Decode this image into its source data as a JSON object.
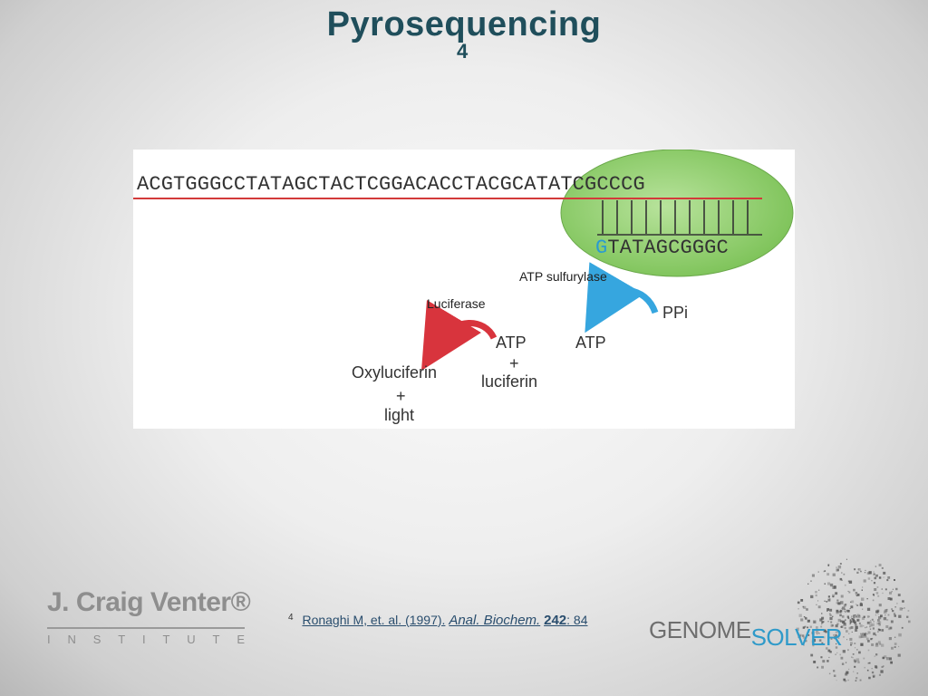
{
  "slide": {
    "title": "Pyrosequencing",
    "title_superscript": "4"
  },
  "diagram": {
    "template_strand": "ACGTGGGCCTATAGCTACTCGGACACCTACGCATATCGCCCG",
    "new_base": "G",
    "synthesized_strand": "TATAGCGGGC",
    "enzyme_1": "ATP sulfurylase",
    "enzyme_2": "Luciferase",
    "ppi": "PPi",
    "atp_product": "ATP",
    "atp_reactant": "ATP",
    "plus_1": "+",
    "luciferin": "luciferin",
    "oxyluciferin": "Oxyluciferin",
    "plus_2": "+",
    "light": "light",
    "colors": {
      "template_line": "#d33a3a",
      "polymerase_bubble": "#8fd06a",
      "new_base": "#2a9bd1",
      "sulfurylase_arrow": "#36a6df",
      "luciferase_arrow": "#d8343d"
    }
  },
  "footnote": {
    "mark": "4",
    "reference": "Ronaghi M, et. al. (1997).",
    "journal": "Anal. Biochem.",
    "volume": "242",
    "pages": ": 84"
  },
  "logos": {
    "jcvi_name": "J. Craig Venter®",
    "jcvi_institute": [
      "I",
      "N",
      "S",
      "T",
      "I",
      "T",
      "U",
      "T",
      "E"
    ],
    "gs_part1": "GENOME",
    "gs_part2": "SOLVER"
  }
}
